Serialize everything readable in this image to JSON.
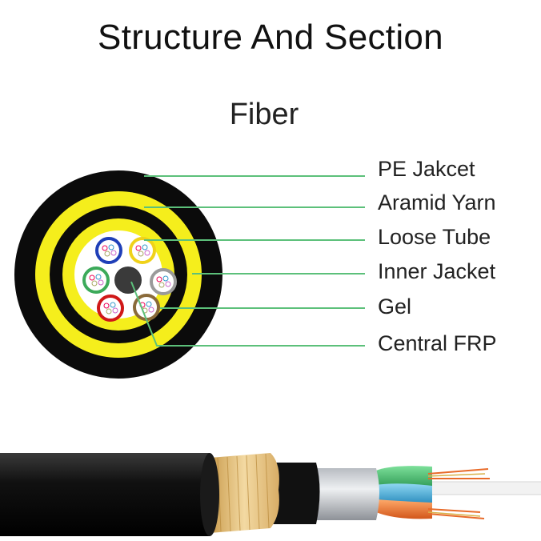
{
  "title": "Structure And Section",
  "subtitle": "Fiber",
  "layers": [
    {
      "label": "PE Jakcet"
    },
    {
      "label": "Aramid Yarn"
    },
    {
      "label": "Loose Tube"
    },
    {
      "label": "Inner Jacket"
    },
    {
      "label": "Gel"
    },
    {
      "label": "Central FRP"
    }
  ],
  "colors": {
    "jacket": "#0b0b0b",
    "yarn": "#f5ee1c",
    "leader_line": "#5cc07a",
    "inner_core": "#ffffff",
    "frp": "#3a3a3a",
    "aramid_fiber": "#e8c987",
    "tube_blue": "#1f3fb8",
    "tube_yellow": "#f0d21a",
    "tube_gray": "#9a9a9a",
    "tube_brown": "#8a6a3a",
    "tube_red": "#d01818",
    "tube_green": "#3caa5a",
    "sheath_silver": "#c9ccd1",
    "fiber_white": "#eeeeee",
    "fiber_orange": "#e86b2a"
  },
  "icons": [
    "cable-cross-section-icon",
    "cable-side-view-icon"
  ]
}
